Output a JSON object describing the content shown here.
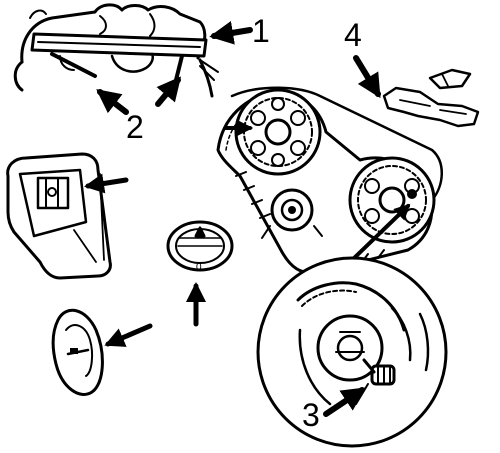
{
  "callouts": [
    "1",
    "2",
    "3",
    "4"
  ],
  "colors": {
    "ink": "#000000",
    "paper": "#ffffff"
  }
}
